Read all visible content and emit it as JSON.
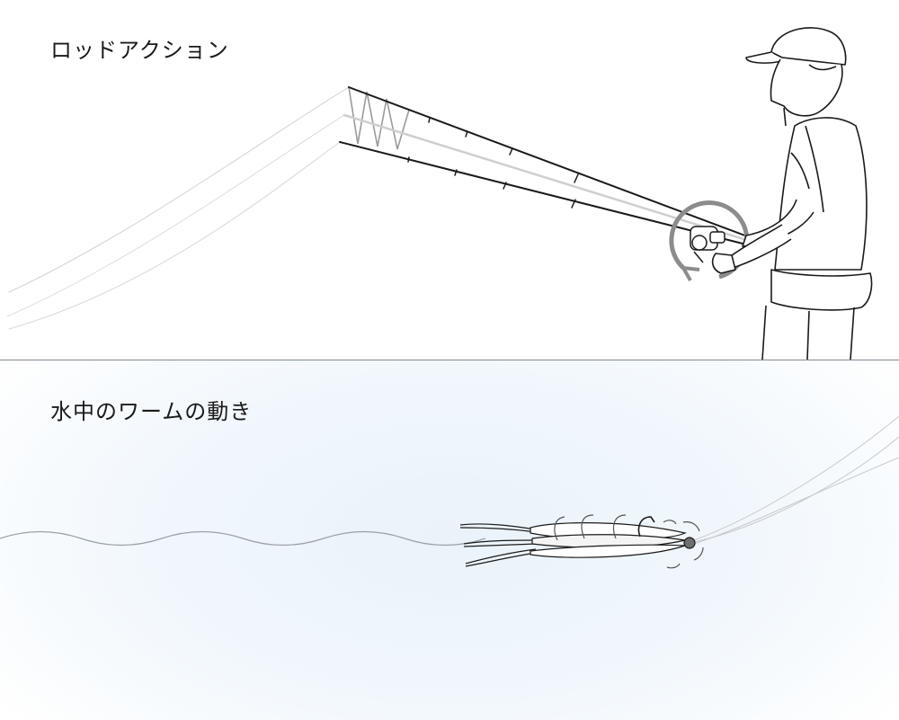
{
  "captions": {
    "rod_action": "ロッドアクション",
    "worm_motion": "水中のワームの動き"
  },
  "colors": {
    "background": "#ffffff",
    "water": "#eaf3fa",
    "line": "#1a1a1a",
    "rotation_arrow": "#8c8c8c"
  },
  "icons": {
    "angler": "angler-figure",
    "rod": "fishing-rod",
    "reel": "spinning-reel",
    "rotation": "rotation-arrow-icon",
    "lure": "worm-lure"
  }
}
